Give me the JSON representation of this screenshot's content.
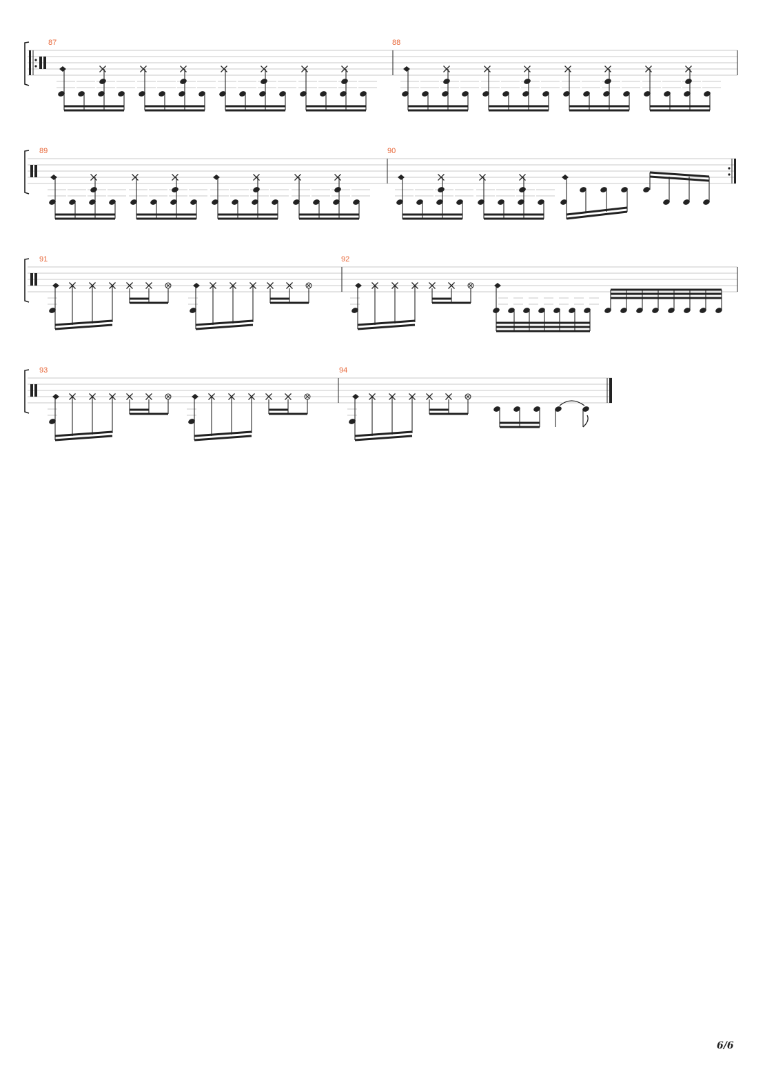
{
  "document": {
    "type": "drum-score-page",
    "page_label": "6/6",
    "accent_color": "#e8683a"
  },
  "systems": [
    {
      "measures": [
        {
          "number": "87",
          "pattern": "groove-16ths",
          "repeat_start": true
        },
        {
          "number": "88",
          "pattern": "groove-16ths"
        }
      ]
    },
    {
      "measures": [
        {
          "number": "89",
          "pattern": "groove-16ths-alt"
        },
        {
          "number": "90",
          "pattern": "groove-fill",
          "repeat_end": true
        }
      ]
    },
    {
      "measures": [
        {
          "number": "91",
          "pattern": "ride-groove"
        },
        {
          "number": "92",
          "pattern": "ride-fill"
        }
      ]
    },
    {
      "measures": [
        {
          "number": "93",
          "pattern": "ride-groove"
        },
        {
          "number": "94",
          "pattern": "ending",
          "final_barline": true
        }
      ]
    }
  ]
}
